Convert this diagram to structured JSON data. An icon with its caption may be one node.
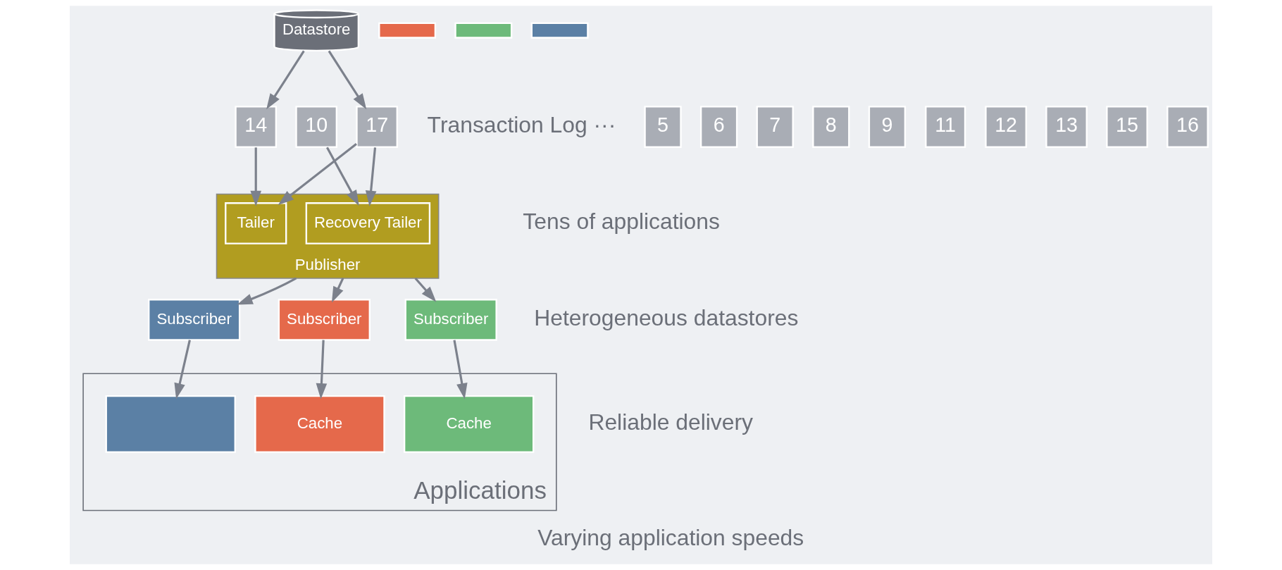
{
  "diagram": {
    "nodes": [
      {
        "text": [
          "Datastore"
        ]
      },
      {
        "text": [
          "5"
        ]
      },
      {
        "text": [
          "6"
        ]
      },
      {
        "text": [
          "7"
        ]
      },
      {
        "text": [
          "8"
        ]
      },
      {
        "text": [
          "9"
        ]
      },
      {
        "text": [
          "10"
        ]
      },
      {
        "text": [
          "11"
        ]
      },
      {
        "text": [
          "12"
        ]
      },
      {
        "text": [
          "13"
        ]
      },
      {
        "text": [
          "14"
        ]
      },
      {
        "text": [
          "15"
        ]
      },
      {
        "text": [
          "16"
        ]
      },
      {
        "text": [
          "17"
        ]
      },
      {
        "text": [],
        "shape": "bar"
      },
      {
        "text": [],
        "shape": "bar"
      },
      {
        "text": [],
        "shape": "bar"
      },
      {
        "text": [
          "Publisher"
        ]
      },
      {
        "text": [
          "Recovery Tailer"
        ],
        "in": 17
      },
      {
        "text": [
          "Tailer"
        ],
        "in": 17
      },
      {
        "text": [
          "Subscriber"
        ]
      },
      {
        "text": [
          "Subscriber"
        ]
      },
      {
        "text": [
          "Subscriber"
        ]
      },
      {
        "text": [
          "Applications"
        ]
      },
      {
        "text": [
          "Cache"
        ],
        "in": 23
      },
      {
        "text": [
          "Cache"
        ],
        "in": 23
      },
      {
        "text": [],
        "shape": "box",
        "in": 23
      }
    ],
    "edges": [
      {
        "from": 0,
        "to": 10,
        "arrow": "to"
      },
      {
        "from": 0,
        "to": 13,
        "arrow": "to"
      },
      {
        "from": 6,
        "to": 18,
        "arrow": "to"
      },
      {
        "from": 13,
        "to": 18,
        "arrow": "to"
      },
      {
        "from": 10,
        "to": 19,
        "arrow": "to"
      },
      {
        "from": 13,
        "to": 19,
        "arrow": "to"
      },
      {
        "from": 17,
        "to": 20,
        "arrow": "to"
      },
      {
        "from": 17,
        "to": 21,
        "arrow": "to"
      },
      {
        "from": 17,
        "to": 22,
        "arrow": "to"
      },
      {
        "from": 20,
        "to": 24,
        "arrow": "to"
      },
      {
        "from": 21,
        "to": 25,
        "arrow": "to"
      },
      {
        "from": 22,
        "to": 26,
        "arrow": "to"
      }
    ],
    "labels": [
      "Transaction Log ···",
      "Tens of applications",
      "Heterogeneous datastores",
      "Reliable delivery",
      "Varying application speeds"
    ]
  }
}
